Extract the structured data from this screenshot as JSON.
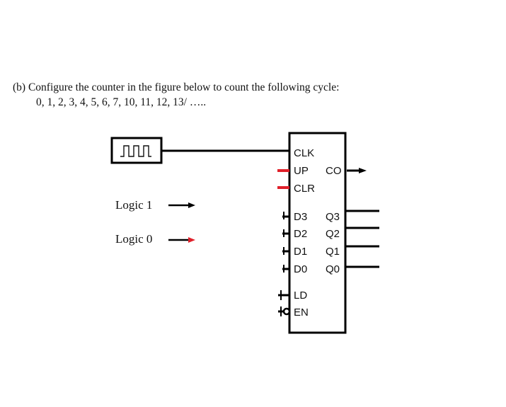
{
  "question": {
    "prompt": "(b) Configure the counter in the figure below to count the following cycle:",
    "sequence": "0, 1, 2, 3, 4, 5, 6, 7,    10,  11, 12, 13/ ….."
  },
  "logic_sources": {
    "logic1_label": "Logic 1",
    "logic0_label": "Logic 0"
  },
  "counter": {
    "inputs": {
      "clk": "CLK",
      "up": "UP",
      "clr": "CLR",
      "d3": "D3",
      "d2": "D2",
      "d1": "D1",
      "d0": "D0",
      "ld": "LD",
      "en": "EN"
    },
    "outputs": {
      "co": "CO",
      "q3": "Q3",
      "q2": "Q2",
      "q1": "Q1",
      "q0": "Q0"
    }
  },
  "colors": {
    "wire": "#000000",
    "unconnected_pin": "#e0202a"
  },
  "icons": {
    "clock_source": "square-wave-icon"
  }
}
